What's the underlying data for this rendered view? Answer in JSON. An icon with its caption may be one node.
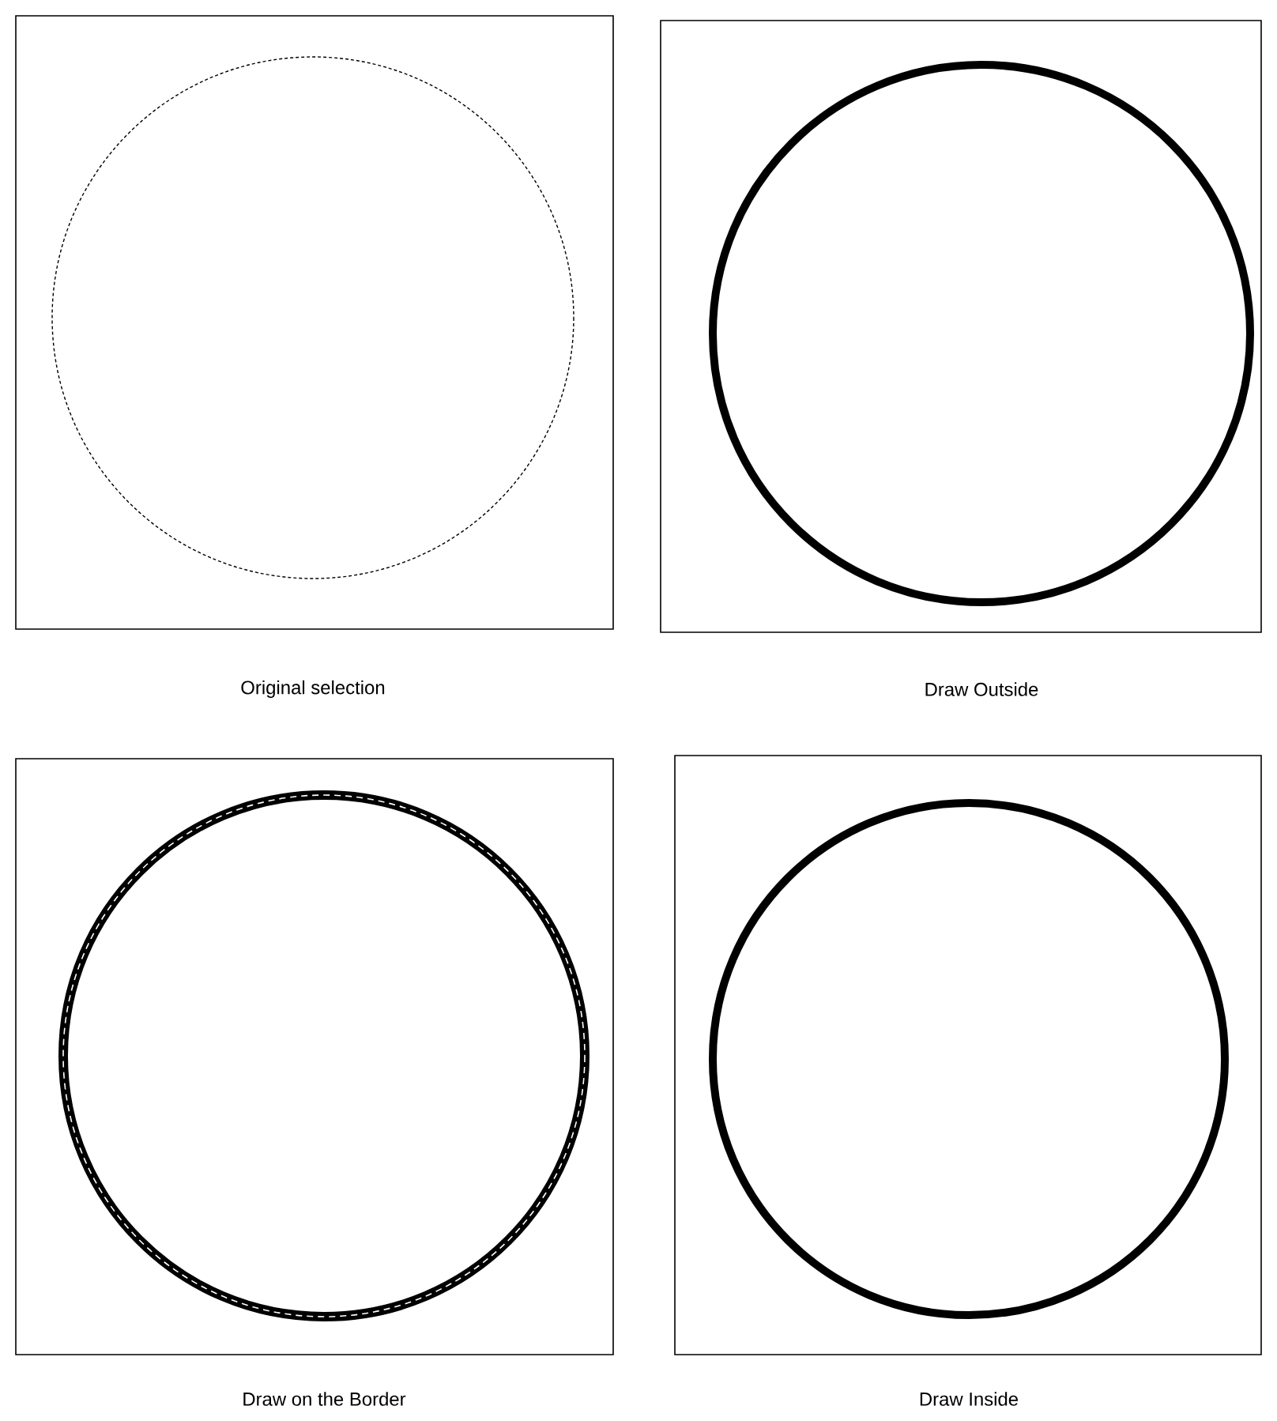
{
  "diagram": {
    "labels": [
      "Original selection",
      "Draw Outside",
      "Draw on the Border",
      "Draw Inside"
    ]
  }
}
